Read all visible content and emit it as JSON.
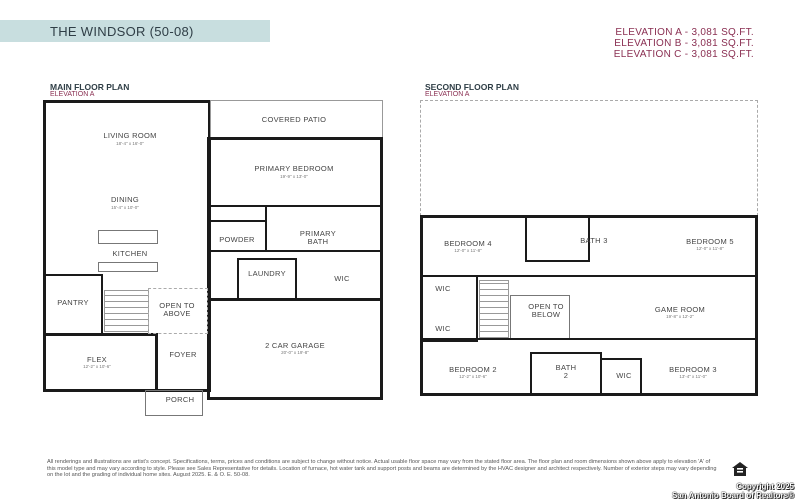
{
  "header": {
    "title": "THE WINDSOR (50-08)",
    "elevations": [
      "ELEVATION A - 3,081 SQ.FT.",
      "ELEVATION B - 3,081 SQ.FT.",
      "ELEVATION C - 3,081 SQ.FT."
    ],
    "banner_color": "#c8dedf",
    "accent_color": "#8a2f52"
  },
  "main_floor": {
    "title": "MAIN FLOOR PLAN",
    "subtitle": "ELEVATION A",
    "rooms": [
      {
        "name": "LIVING ROOM",
        "dim": "18'-4\" x 16'-0\""
      },
      {
        "name": "COVERED PATIO"
      },
      {
        "name": "PRIMARY BEDROOM",
        "dim": "19'-9\" x 13'-0\""
      },
      {
        "name": "DINING",
        "dim": "15'-4\" x 10'-0\""
      },
      {
        "name": "POWDER"
      },
      {
        "name": "PRIMARY BATH"
      },
      {
        "name": "KITCHEN"
      },
      {
        "name": "LAUNDRY"
      },
      {
        "name": "WIC"
      },
      {
        "name": "PANTRY"
      },
      {
        "name": "OPEN TO ABOVE"
      },
      {
        "name": "2 CAR GARAGE",
        "dim": "20'-0\" x 19'-8\""
      },
      {
        "name": "FLEX",
        "dim": "12'-2\" x 10'-6\""
      },
      {
        "name": "FOYER"
      },
      {
        "name": "PORCH"
      }
    ]
  },
  "second_floor": {
    "title": "SECOND FLOOR PLAN",
    "subtitle": "ELEVATION A",
    "rooms": [
      {
        "name": "BEDROOM 4",
        "dim": "12'-0\" x 11'-8\""
      },
      {
        "name": "BATH 3"
      },
      {
        "name": "BEDROOM 5",
        "dim": "12'-0\" x 11'-8\""
      },
      {
        "name": "WIC"
      },
      {
        "name": "OPEN TO BELOW"
      },
      {
        "name": "GAME ROOM",
        "dim": "19'-8\" x 12'-2\""
      },
      {
        "name": "WIC"
      },
      {
        "name": "BEDROOM 2",
        "dim": "12'-2\" x 10'-6\""
      },
      {
        "name": "BATH 2"
      },
      {
        "name": "WIC"
      },
      {
        "name": "BEDROOM 3",
        "dim": "13'-4\" x 11'-0\""
      }
    ]
  },
  "footer": {
    "disclaimer": "All renderings and illustrations are artist's concept. Specifications, terms, prices and conditions are subject to change without notice. Actual usable floor space may vary from the stated floor area. The floor plan and room dimensions shown above apply to elevation 'A' of this model type and may vary according to style. Please see Sales Representative for details. Location of furnace, hot water tank and support posts and beams are determined by the HVAC designer and architect respectively. Number of exterior steps may vary depending on the lot and the grading of individual home sites. August 2025. E. & O. E. 50-08.",
    "equal_housing_icon": "equal-housing-icon",
    "copyright_line1": "Copyright 2025",
    "copyright_line2": "San Antonio Board of Realtors®"
  }
}
